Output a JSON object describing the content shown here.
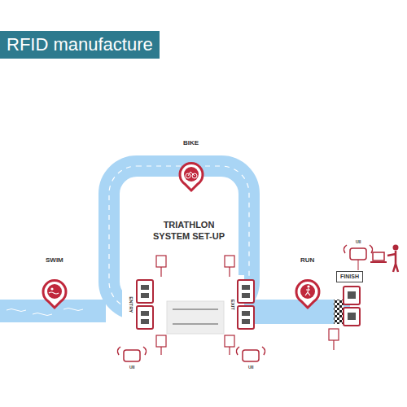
{
  "diagram": {
    "title": "RFID manufacture",
    "nodes": [
      {
        "text": [
          "SWIM"
        ]
      },
      {
        "text": [
          "BIKE"
        ]
      },
      {
        "text": [
          "RUN"
        ]
      },
      {
        "text": [
          "FINISH"
        ]
      }
    ],
    "labels": [
      "TRIATHLON SYSTEM SET-UP",
      "ENTRY",
      "EXIT",
      "UII",
      "UII",
      "UII"
    ]
  }
}
